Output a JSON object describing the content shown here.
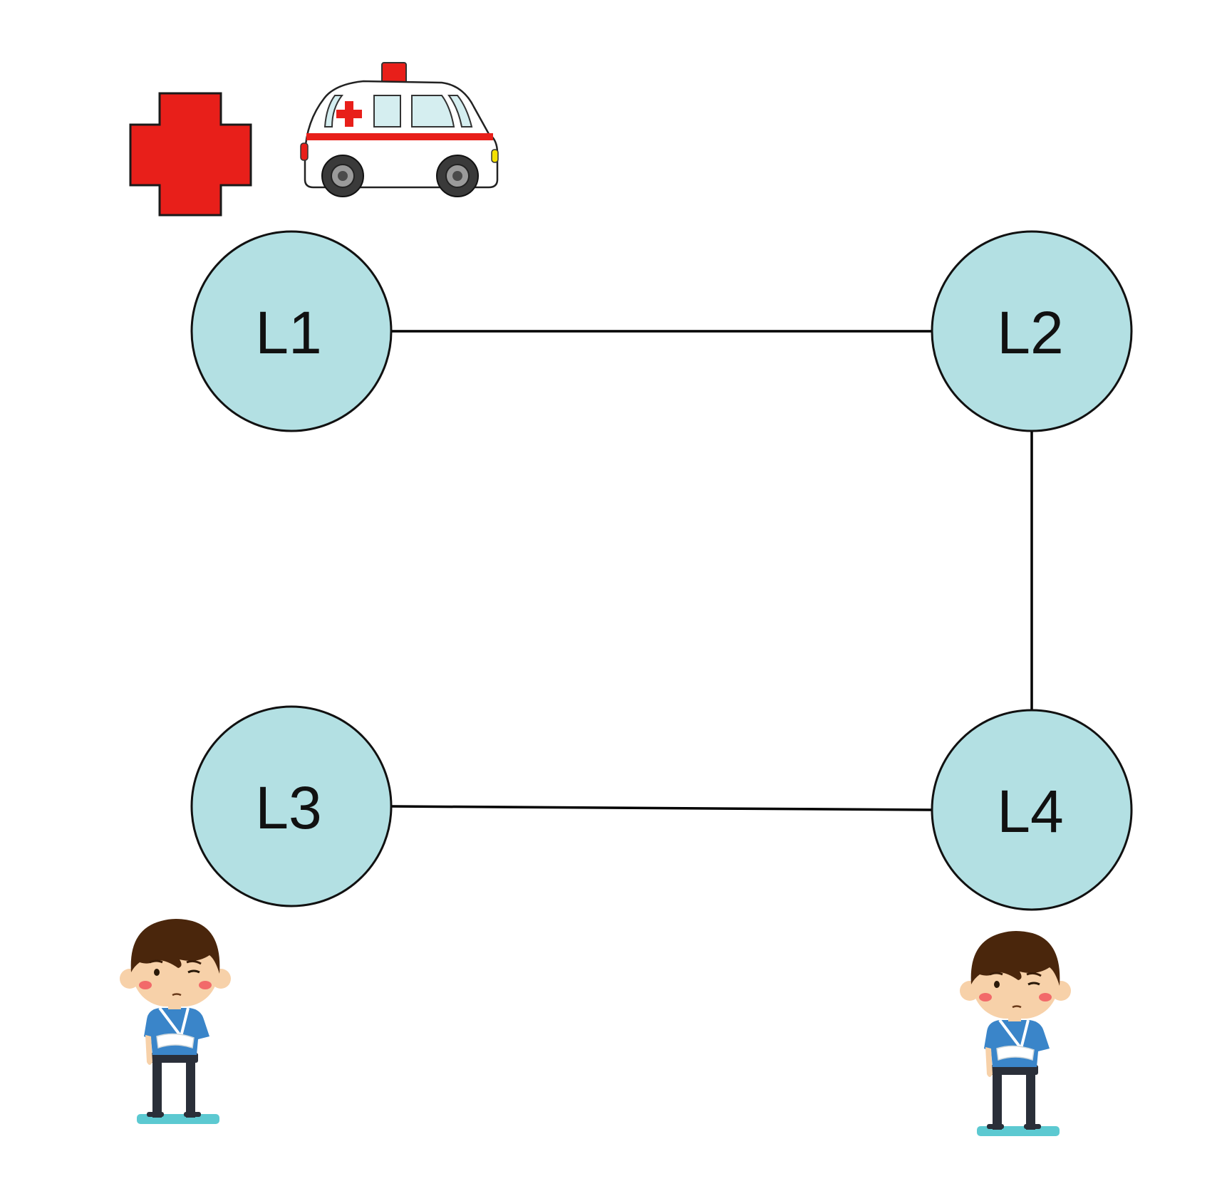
{
  "colors": {
    "background": "#ffffff",
    "node_fill": "#b3e0e3",
    "node_stroke": "#111111",
    "edge": "#000000",
    "hospital_cross": "#e81f1a",
    "ambulance_stripe": "#e81f1a",
    "patient_shirt": "#3a85c9",
    "patient_hair": "#4a260c",
    "patient_skin": "#f7d1a9",
    "patient_cheek": "#f26a6a",
    "patient_pants": "#2a2f39",
    "patient_base": "#5cc9d1"
  },
  "nodes": [
    {
      "id": "L1",
      "label": "L1"
    },
    {
      "id": "L2",
      "label": "L2"
    },
    {
      "id": "L3",
      "label": "L3"
    },
    {
      "id": "L4",
      "label": "L4"
    }
  ],
  "edges": [
    {
      "from": "L1",
      "to": "L2"
    },
    {
      "from": "L2",
      "to": "L4"
    },
    {
      "from": "L3",
      "to": "L4"
    }
  ],
  "icons": {
    "hospital": "hospital-cross-icon",
    "ambulance": "ambulance-icon",
    "patients": [
      "injured-patient-icon",
      "injured-patient-icon"
    ]
  }
}
